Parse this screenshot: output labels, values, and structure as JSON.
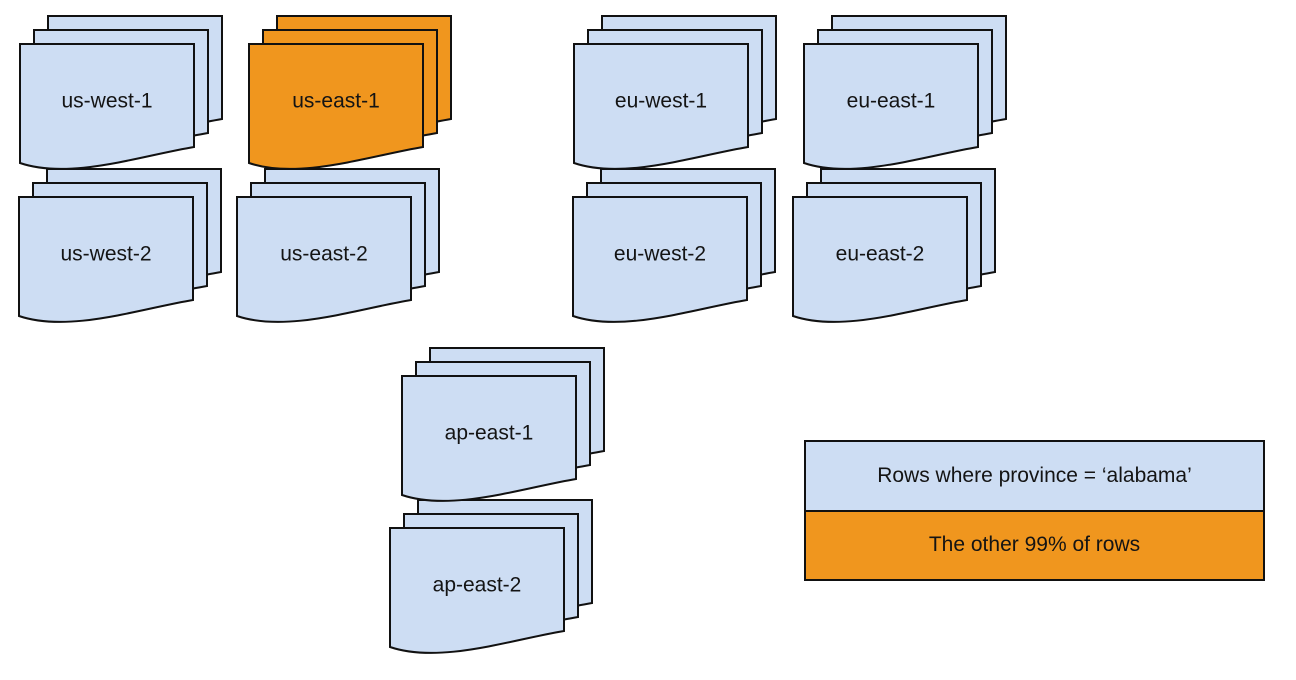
{
  "colors": {
    "blue": "#cdddf3",
    "orange": "#f0961e",
    "stroke": "#111111",
    "text": "#141414",
    "background": "#ffffff"
  },
  "stacks": [
    {
      "label": "us-west-1",
      "variant": "blue"
    },
    {
      "label": "us-east-1",
      "variant": "orange"
    },
    {
      "label": "eu-west-1",
      "variant": "blue"
    },
    {
      "label": "eu-east-1",
      "variant": "blue"
    },
    {
      "label": "us-west-2",
      "variant": "blue"
    },
    {
      "label": "us-east-2",
      "variant": "blue"
    },
    {
      "label": "eu-west-2",
      "variant": "blue"
    },
    {
      "label": "eu-east-2",
      "variant": "blue"
    },
    {
      "label": "ap-east-1",
      "variant": "blue"
    },
    {
      "label": "ap-east-2",
      "variant": "blue"
    }
  ],
  "legend": {
    "items": [
      {
        "label": "Rows where province = ‘alabama’",
        "variant": "blue"
      },
      {
        "label": "The other 99% of rows",
        "variant": "orange"
      }
    ]
  }
}
